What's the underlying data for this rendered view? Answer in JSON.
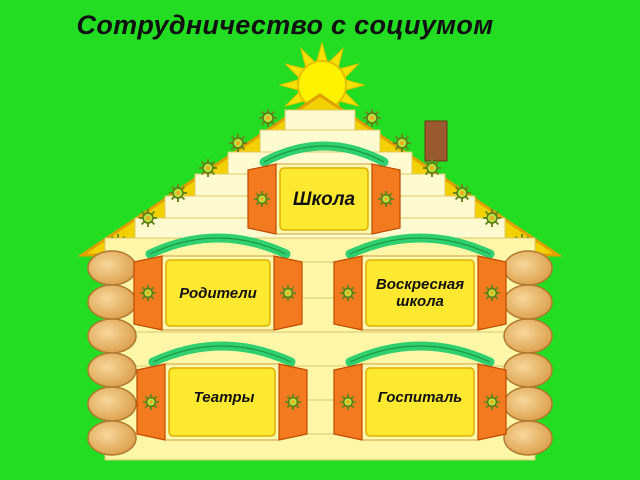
{
  "title": "Сотрудничество с социумом",
  "colors": {
    "background": "#22dd22",
    "roof": "#f3d000",
    "roof_edge": "#e8a800",
    "wall": "#fff6a8",
    "log": "#e9b86a",
    "shutter": "#f37a1e",
    "panel": "#ffe830",
    "arch": "#30d070",
    "sun": "#fff200"
  },
  "nodes": [
    {
      "id": "school",
      "label": "Школа"
    },
    {
      "id": "parents",
      "label": "Родители"
    },
    {
      "id": "sunday_school",
      "label": "Воскресная школа"
    },
    {
      "id": "theatres",
      "label": "Театры"
    },
    {
      "id": "hospital",
      "label": "Госпиталь"
    }
  ]
}
